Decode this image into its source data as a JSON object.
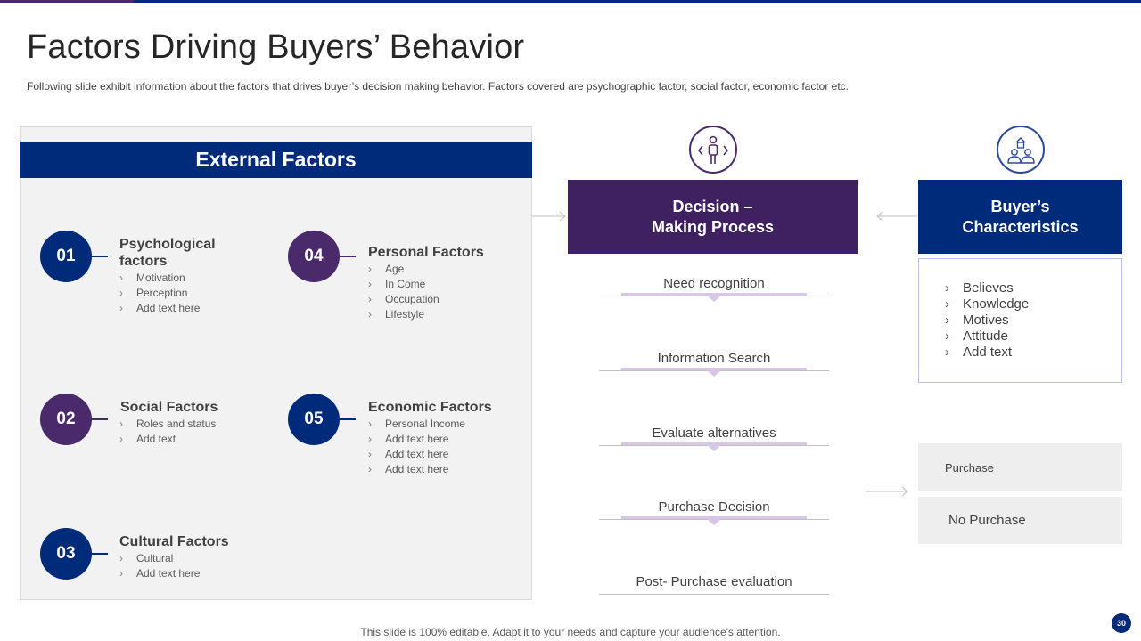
{
  "title": "Factors Driving Buyers’ Behavior",
  "subtitle": "Following slide exhibit information about the factors that drives buyer’s decision making behavior.  Factors covered are psychographic factor, social factor, economic factor etc.",
  "external_factors": {
    "header": "External Factors",
    "items": [
      {
        "number": "01",
        "heading_line1": "Psychological",
        "heading_line2": "factors",
        "points": [
          "Motivation",
          "Perception",
          "Add text here"
        ]
      },
      {
        "number": "02",
        "heading": "Social Factors",
        "points": [
          "Roles and status",
          "Add text"
        ]
      },
      {
        "number": "03",
        "heading": "Cultural Factors",
        "points": [
          "Cultural",
          "Add text here"
        ]
      },
      {
        "number": "04",
        "heading": "Personal Factors",
        "points": [
          "Age",
          "In Come",
          "Occupation",
          "Lifestyle"
        ]
      },
      {
        "number": "05",
        "heading": "Economic Factors",
        "points": [
          "Personal Income",
          "Add text here",
          "Add text here",
          "Add text here"
        ]
      }
    ]
  },
  "decision_process": {
    "header_line1": "Decision –",
    "header_line2": "Making Process",
    "steps": [
      "Need recognition",
      "Information Search",
      "Evaluate alternatives",
      "Purchase Decision",
      "Post- Purchase evaluation"
    ]
  },
  "buyer_characteristics": {
    "header_line1": "Buyer’s",
    "header_line2": "Characteristics",
    "items": [
      "Believes",
      "Knowledge",
      "Motives",
      "Attitude",
      "Add text"
    ]
  },
  "outcomes": [
    "Purchase",
    "No Purchase"
  ],
  "chevron": "›",
  "footer": "This slide is 100% editable. Adapt it to your needs and capture your audience's attention.",
  "page_number": "30",
  "colors": {
    "navy": "#002b7a",
    "purple": "#4a2a6a",
    "panel_gray": "#f2f2f2",
    "step_accent": "#d9c6e6"
  },
  "icons": {
    "decision": "person-with-arrows-icon",
    "buyer": "buyers-house-icon"
  }
}
